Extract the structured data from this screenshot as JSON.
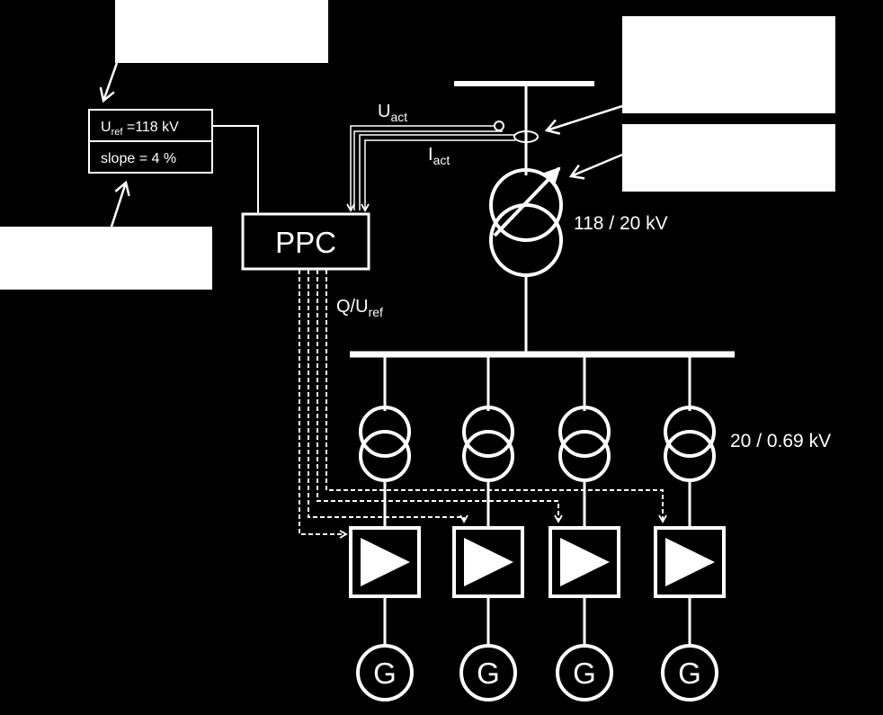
{
  "setpoint": {
    "uref_main": "U",
    "uref_sub": "ref",
    "uref_value": " =118 kV",
    "slope": "slope = 4 %"
  },
  "controller": {
    "label": "PPC"
  },
  "signals": {
    "u_act_main": "U",
    "u_act_sub": "act",
    "i_act_main": "I",
    "i_act_sub": "act",
    "q_uref_main": "Q/U",
    "q_uref_sub": "ref"
  },
  "transformers": {
    "main_rating": "118 / 20 kV",
    "feeder_rating": "20 / 0.69  kV"
  },
  "generators": [
    {
      "label": "G"
    },
    {
      "label": "G"
    },
    {
      "label": "G"
    },
    {
      "label": "G"
    }
  ],
  "colors": {
    "background": "#000000",
    "foreground": "#ffffff"
  }
}
